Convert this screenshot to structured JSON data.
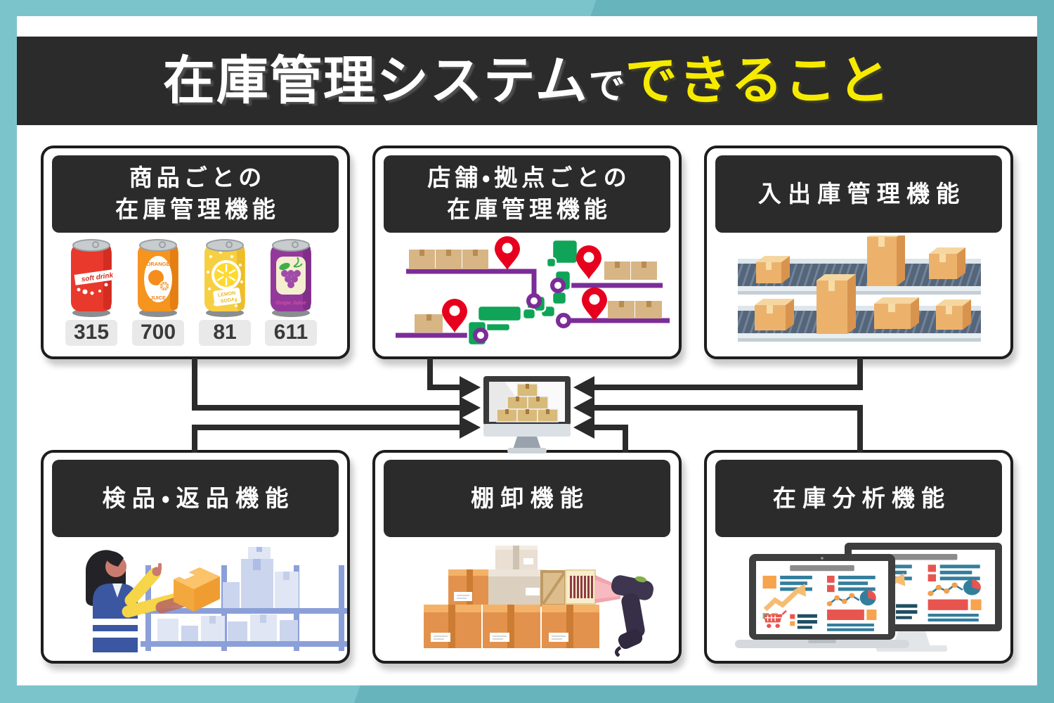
{
  "title": {
    "prefix": "在庫管理システム",
    "particle": "で",
    "highlight": "できること"
  },
  "panels": {
    "product": {
      "heading_line1": "商品ごとの",
      "heading_line2": "在庫管理機能",
      "cans": [
        {
          "label": "soft drink",
          "count": "315"
        },
        {
          "label": "ORANGE",
          "label2": "JUICE",
          "count": "700"
        },
        {
          "label": "LEMON",
          "label2": "SODA",
          "count": "81"
        },
        {
          "label": "Grape Juice",
          "count": "611"
        }
      ]
    },
    "store": {
      "heading_line1": "店舗・拠点ごとの",
      "heading_line2": "在庫管理機能"
    },
    "warehouse": {
      "heading": "入出庫管理機能"
    },
    "inspection": {
      "heading": "検品・返品機能"
    },
    "stocktaking": {
      "heading": "棚卸機能"
    },
    "analysis": {
      "heading": "在庫分析機能"
    }
  },
  "colors": {
    "background_teal_light": "#7cc4cc",
    "background_teal_dark": "#68b4bd",
    "band_dark": "#2b2b2b",
    "title_highlight_yellow": "#f6eb00",
    "panel_border": "#1d1d1d",
    "map_green": "#0fa457",
    "route_purple": "#7b2d97",
    "pin_red": "#e6001e",
    "carton_tan": "#d7b584",
    "conveyor_slate": "#56667a",
    "worker_vest_blue": "#3b57a1",
    "worker_shirt_yellow": "#f7d549",
    "shelf_periwinkle": "#8ba0d8",
    "box_orange": "#f3a83d",
    "scanner_dark": "#3e3550",
    "beam_pink": "#f0949e",
    "chart_teal": "#347e9d",
    "chart_red": "#e8564f",
    "chart_orange": "#f6a44d"
  }
}
